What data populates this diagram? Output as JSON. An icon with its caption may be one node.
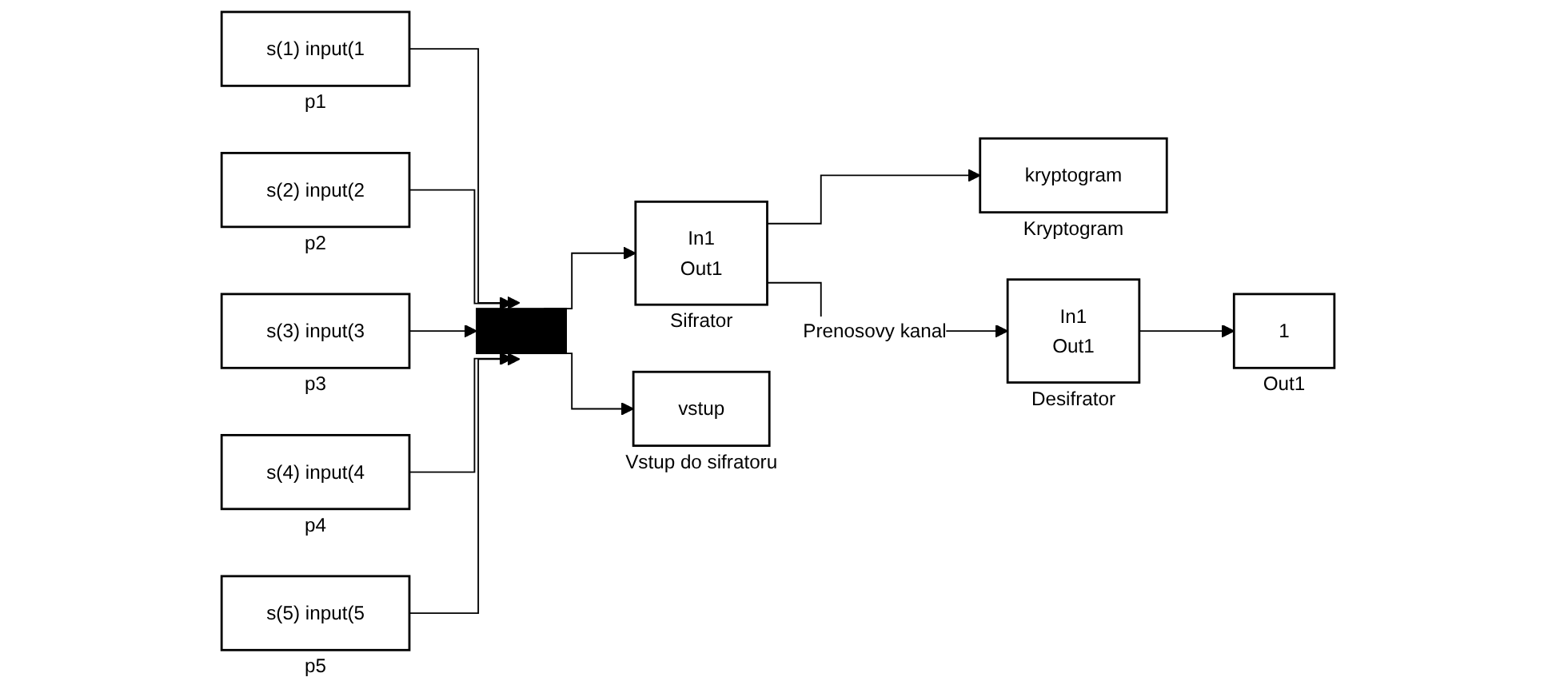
{
  "diagram": {
    "nodes": [
      {
        "text": [
          "s(1) input(1"
        ],
        "beside": [
          "p1"
        ]
      },
      {
        "text": [
          "s(2) input(2"
        ],
        "beside": [
          "p2"
        ]
      },
      {
        "text": [
          "s(3) input(3"
        ],
        "beside": [
          "p3"
        ]
      },
      {
        "text": [
          "s(4) input(4"
        ],
        "beside": [
          "p4"
        ]
      },
      {
        "text": [
          "s(5) input(5"
        ],
        "beside": [
          "p5"
        ]
      },
      {
        "text": [],
        "shape": "bar"
      },
      {
        "text": [
          "In1",
          "Out1"
        ],
        "beside": [
          "Sifrator"
        ]
      },
      {
        "text": [
          "vstup"
        ],
        "beside": [
          "Vstup do sifratoru"
        ]
      },
      {
        "text": [
          "kryptogram"
        ],
        "beside": [
          "Kryptogram"
        ]
      },
      {
        "text": [
          "In1",
          "Out1"
        ],
        "beside": [
          "Desifrator"
        ]
      },
      {
        "text": [
          "1"
        ],
        "beside": [
          "Out1"
        ]
      }
    ],
    "edges": [
      {
        "from": 0,
        "to": 5,
        "arrow": "to"
      },
      {
        "from": 1,
        "to": 5,
        "arrow": "to"
      },
      {
        "from": 2,
        "to": 5,
        "arrow": "to"
      },
      {
        "from": 3,
        "to": 5,
        "arrow": "to"
      },
      {
        "from": 4,
        "to": 5,
        "arrow": "to"
      },
      {
        "from": 5,
        "to": 6,
        "arrow": "to"
      },
      {
        "from": 5,
        "to": 7,
        "arrow": "to"
      },
      {
        "from": 6,
        "to": 9,
        "arrow": "to",
        "label": "Prenosovy kanal"
      },
      {
        "from": 6,
        "to": 8,
        "arrow": "to"
      },
      {
        "from": 9,
        "to": 10,
        "arrow": "to"
      }
    ]
  }
}
